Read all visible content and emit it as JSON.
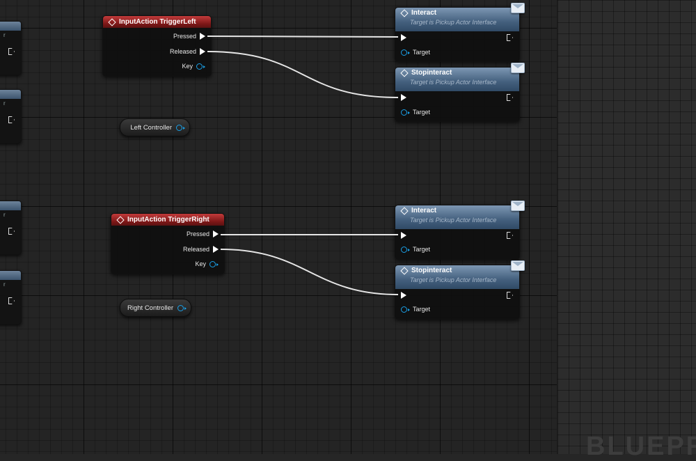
{
  "left_nodes": [
    {
      "title": "InputAction TriggerLeft",
      "pins": {
        "pressed": "Pressed",
        "released": "Released",
        "key": "Key"
      }
    },
    {
      "title": "InputAction TriggerRight",
      "pins": {
        "pressed": "Pressed",
        "released": "Released",
        "key": "Key"
      }
    }
  ],
  "variables": [
    {
      "label": "Left Controller"
    },
    {
      "label": "Right Controller"
    }
  ],
  "message_nodes": [
    {
      "title": "Interact",
      "subtitle": "Target is Pickup Actor Interface",
      "target": "Target"
    },
    {
      "title": "Stopinteract",
      "subtitle": "Target is Pickup Actor Interface",
      "target": "Target"
    },
    {
      "title": "Interact",
      "subtitle": "Target is Pickup Actor Interface",
      "target": "Target"
    },
    {
      "title": "Stopinteract",
      "subtitle": "Target is Pickup Actor Interface",
      "target": "Target"
    }
  ],
  "partial_nodes_char": "r",
  "watermark": "BLUEPR",
  "colors": {
    "event_header": "#a32424",
    "message_header": "#557190",
    "object_pin": "#1aa0e8",
    "wire": "#e6e6e6"
  },
  "icons": [
    "event-diamond-icon",
    "function-diamond-icon",
    "exec-pin-icon",
    "object-pin-icon",
    "message-envelope-icon"
  ]
}
